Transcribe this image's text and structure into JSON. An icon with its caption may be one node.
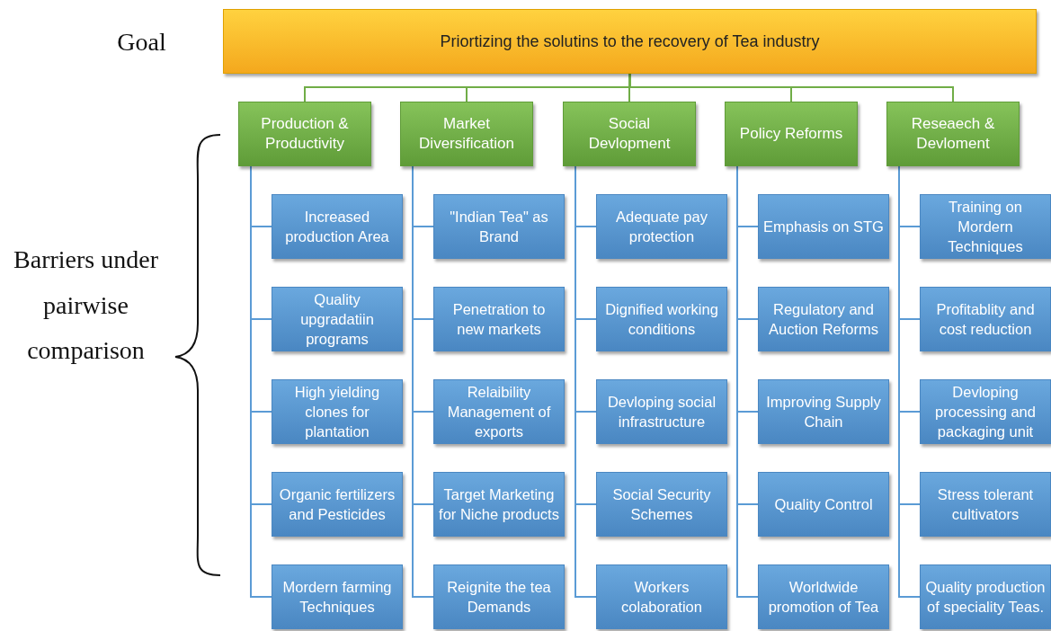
{
  "diagram": {
    "nodes": [
      {
        "text": [
          "Priortizing the solutins to the recovery of Tea industry"
        ]
      },
      {
        "text": [
          "Production & Productivity"
        ]
      },
      {
        "text": [
          "Market Diversification"
        ]
      },
      {
        "text": [
          "Social Devlopment"
        ]
      },
      {
        "text": [
          "Policy Reforms"
        ]
      },
      {
        "text": [
          "Reseaech & Devloment"
        ]
      },
      {
        "text": [
          "Increased production Area"
        ]
      },
      {
        "text": [
          "Quality upgradatiin programs"
        ]
      },
      {
        "text": [
          "High yielding clones for plantation"
        ]
      },
      {
        "text": [
          "Organic fertilizers and Pesticides"
        ]
      },
      {
        "text": [
          "Mordern farming Techniques"
        ]
      },
      {
        "text": [
          "\"Indian Tea\" as Brand"
        ]
      },
      {
        "text": [
          "Penetration to new markets"
        ]
      },
      {
        "text": [
          "Relaibility Management of exports"
        ]
      },
      {
        "text": [
          "Target Marketing for Niche products"
        ]
      },
      {
        "text": [
          "Reignite the tea Demands"
        ]
      },
      {
        "text": [
          "Adequate pay protection"
        ]
      },
      {
        "text": [
          "Dignified working conditions"
        ]
      },
      {
        "text": [
          "Devloping social infrastructure"
        ]
      },
      {
        "text": [
          "Social Security Schemes"
        ]
      },
      {
        "text": [
          "Workers colaboration"
        ]
      },
      {
        "text": [
          "Emphasis on STG"
        ]
      },
      {
        "text": [
          "Regulatory and Auction Reforms"
        ]
      },
      {
        "text": [
          "Improving Supply Chain"
        ]
      },
      {
        "text": [
          "Quality Control"
        ]
      },
      {
        "text": [
          "Worldwide promotion of Tea"
        ]
      },
      {
        "text": [
          "Training on Mordern Techniques"
        ]
      },
      {
        "text": [
          "Profitablity and cost reduction"
        ]
      },
      {
        "text": [
          "Devloping processing and packaging unit"
        ]
      },
      {
        "text": [
          "Stress tolerant cultivators"
        ]
      },
      {
        "text": [
          "Quality production of speciality Teas."
        ]
      }
    ],
    "edges": [
      {
        "from": 0,
        "to": 1,
        "arrow": "none",
        "color": "#70ad47"
      },
      {
        "from": 0,
        "to": 2,
        "arrow": "none",
        "color": "#70ad47"
      },
      {
        "from": 0,
        "to": 3,
        "arrow": "none",
        "color": "#70ad47"
      },
      {
        "from": 0,
        "to": 4,
        "arrow": "none",
        "color": "#70ad47"
      },
      {
        "from": 0,
        "to": 5,
        "arrow": "none",
        "color": "#70ad47"
      },
      {
        "from": 1,
        "to": 6,
        "arrow": "none"
      },
      {
        "from": 1,
        "to": 7,
        "arrow": "none"
      },
      {
        "from": 1,
        "to": 8,
        "arrow": "none"
      },
      {
        "from": 1,
        "to": 9,
        "arrow": "none"
      },
      {
        "from": 1,
        "to": 10,
        "arrow": "none"
      },
      {
        "from": 2,
        "to": 11,
        "arrow": "none"
      },
      {
        "from": 2,
        "to": 12,
        "arrow": "none"
      },
      {
        "from": 2,
        "to": 13,
        "arrow": "none"
      },
      {
        "from": 2,
        "to": 14,
        "arrow": "none"
      },
      {
        "from": 2,
        "to": 15,
        "arrow": "none"
      },
      {
        "from": 3,
        "to": 16,
        "arrow": "none"
      },
      {
        "from": 3,
        "to": 17,
        "arrow": "none"
      },
      {
        "from": 3,
        "to": 18,
        "arrow": "none"
      },
      {
        "from": 3,
        "to": 19,
        "arrow": "none"
      },
      {
        "from": 3,
        "to": 20,
        "arrow": "none"
      },
      {
        "from": 4,
        "to": 21,
        "arrow": "none"
      },
      {
        "from": 4,
        "to": 22,
        "arrow": "none"
      },
      {
        "from": 4,
        "to": 23,
        "arrow": "none"
      },
      {
        "from": 4,
        "to": 24,
        "arrow": "none"
      },
      {
        "from": 4,
        "to": 25,
        "arrow": "none"
      },
      {
        "from": 5,
        "to": 26,
        "arrow": "none"
      },
      {
        "from": 5,
        "to": 27,
        "arrow": "none"
      },
      {
        "from": 5,
        "to": 28,
        "arrow": "none"
      },
      {
        "from": 5,
        "to": 29,
        "arrow": "none"
      },
      {
        "from": 5,
        "to": 30,
        "arrow": "none"
      }
    ],
    "labels": [
      "Goal",
      "Barriers under pairwise comparison"
    ]
  }
}
